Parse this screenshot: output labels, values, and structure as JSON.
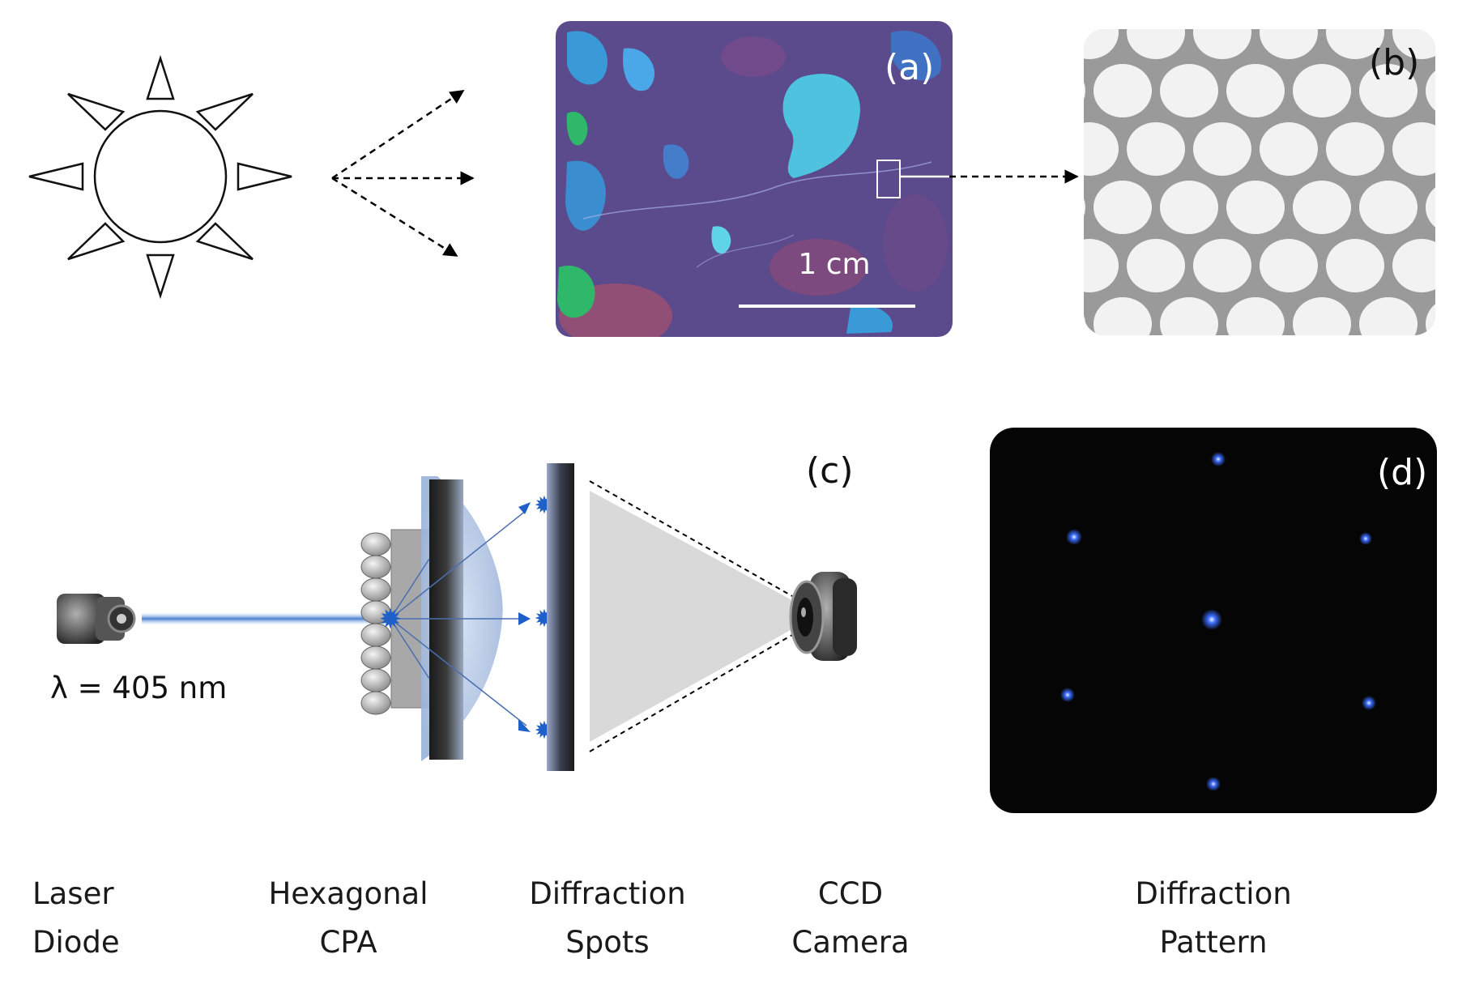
{
  "panels": {
    "a": {
      "label": "(a)",
      "scale_bar": "1 cm"
    },
    "b": {
      "label": "(b)"
    },
    "c": {
      "label": "(c)"
    },
    "d": {
      "label": "(d)"
    }
  },
  "laser": {
    "wavelength_label": "λ = 405 nm"
  },
  "captions": [
    {
      "line1": "Laser",
      "line2": "Diode"
    },
    {
      "line1": "Hexagonal",
      "line2": "CPA"
    },
    {
      "line1": "Diffraction",
      "line2": "Spots"
    },
    {
      "line1": "CCD",
      "line2": "Camera"
    },
    {
      "line1": "Diffraction",
      "line2": "Pattern"
    }
  ],
  "colors": {
    "opal_base": "#5b4a8c",
    "opal_blue": "#3aa0e0",
    "opal_cyan": "#5fd4e8",
    "opal_green": "#2fb86a",
    "opal_red": "#b0506a",
    "hex_gray": "#9a9a9a",
    "hex_holes": "#f2f2f2",
    "beam": "#4a7fd0",
    "spot": "#3a6cff",
    "dark_panel": "#050505"
  }
}
